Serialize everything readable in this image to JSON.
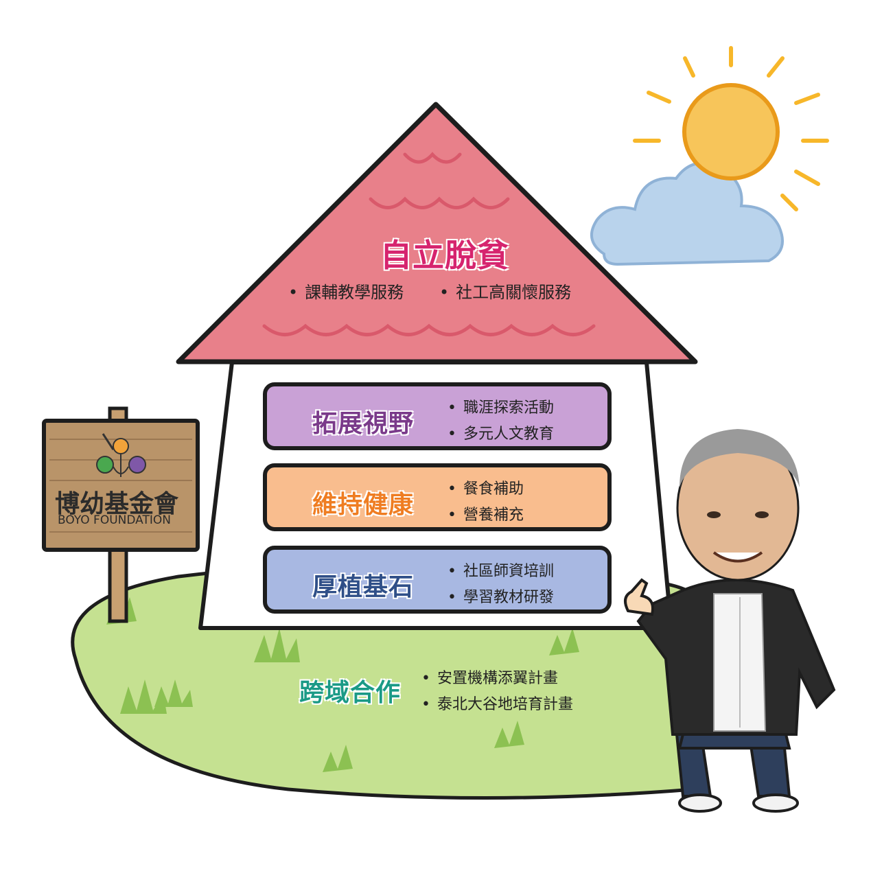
{
  "colors": {
    "roof": "#e8808a",
    "title_roof": "#d6246e",
    "title_vision": "#7a3a8a",
    "title_health": "#ef7d22",
    "title_found": "#2f4f88",
    "title_partner": "#1a9a86",
    "band_vision": "#c9a1d6",
    "band_health": "#f9bd8e",
    "band_found": "#a8b8e2",
    "grass": "#c5e191",
    "sun": "#f7b72a",
    "cloud": "#b9d3ec",
    "sign": "#b99469"
  },
  "roof": {
    "title": "自立脫貧",
    "items": [
      "課輔教學服務",
      "社工高關懷服務"
    ]
  },
  "bands": [
    {
      "title": "拓展視野",
      "items": [
        "職涯探索活動",
        "多元人文教育"
      ]
    },
    {
      "title": "維持健康",
      "items": [
        "餐食補助",
        "營養補充"
      ]
    },
    {
      "title": "厚植基石",
      "items": [
        "社區師資培訓",
        "學習教材研發"
      ]
    }
  ],
  "foundation": {
    "title": "跨域合作",
    "items": [
      "安置機構添翼計畫",
      "泰北大谷地培育計畫"
    ]
  },
  "sign": {
    "name_zh": "博幼基金會",
    "name_en": "BOYO FOUNDATION"
  },
  "icons": [
    "sun-icon",
    "cloud-icon",
    "logo-icon",
    "person-illustration",
    "grass-icon"
  ]
}
